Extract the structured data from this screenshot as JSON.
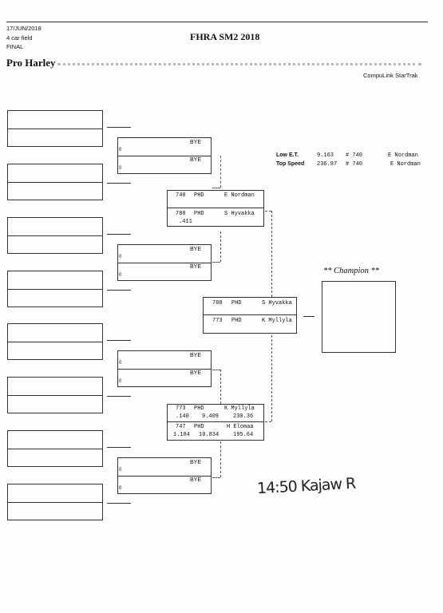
{
  "header": {
    "date": "17/JUN/2018",
    "field": "4 car field",
    "round": "FINAL",
    "event": "FHRA SM2 2018",
    "class": "Pro Harley",
    "vendor": "CompuLink StarTrak"
  },
  "records": {
    "low_et_label": "Low  E.T.",
    "low_et_value": "9.163",
    "low_et_car": "# 740",
    "low_et_driver": "E Nordman",
    "top_speed_label": "Top Speed",
    "top_speed_value": "236.87",
    "top_speed_car": "# 740",
    "top_speed_driver": "E Nordman"
  },
  "round1": {
    "bye": "BYE",
    "zero": "0"
  },
  "round2": {
    "match1": {
      "top": {
        "car": "740",
        "cls": "PHD",
        "driver": "E Nordman"
      },
      "bottom": {
        "car": "788",
        "cls": "PHD",
        "driver": "S Hyvakka",
        "rt": ".411"
      }
    },
    "match2": {
      "top": {
        "car": "773",
        "cls": "PHD",
        "driver": "K Myllyla",
        "rt": ".140",
        "et": "9.409",
        "mph": "230.36"
      },
      "bottom": {
        "car": "747",
        "cls": "PHD",
        "driver": "H Elomaa",
        "rt": "1.184",
        "et": "10.834",
        "mph": "195.64"
      }
    }
  },
  "final": {
    "top": {
      "car": "788",
      "cls": "PHD",
      "driver": "S Hyvakka"
    },
    "bottom": {
      "car": "773",
      "cls": "PHD",
      "driver": "K Myllyla"
    }
  },
  "champion_label": "** Champion **",
  "signature": "14:50 Kajaw R"
}
